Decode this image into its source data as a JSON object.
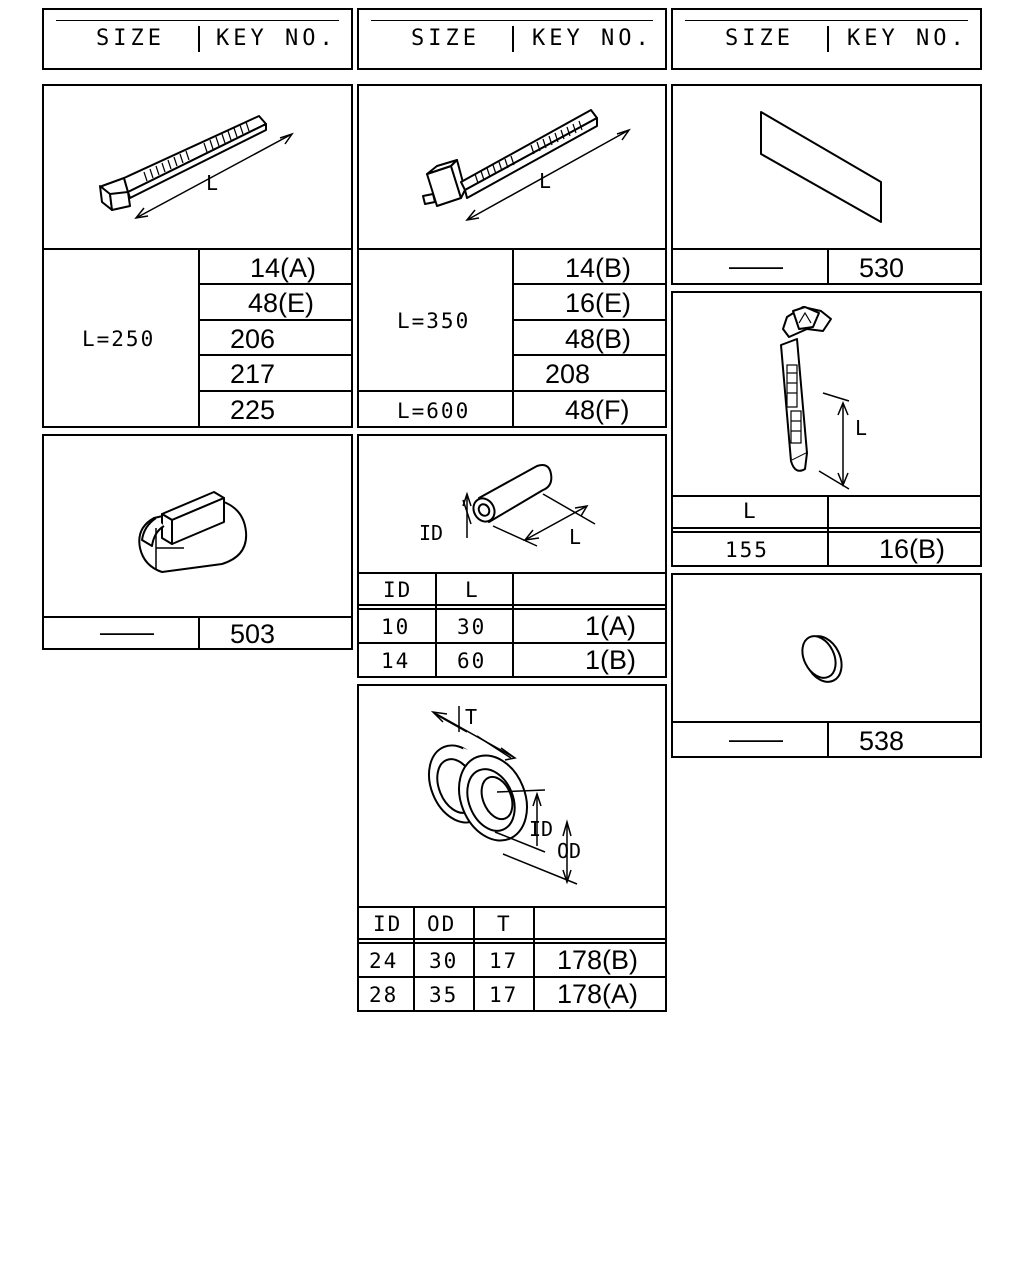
{
  "headers": [
    {
      "size": "SIZE",
      "key": "KEY NO."
    },
    {
      "size": "SIZE",
      "key": "KEY NO."
    },
    {
      "size": "SIZE",
      "key": "KEY NO."
    }
  ],
  "dash": "——",
  "tie250": {
    "dim": "L",
    "size": "L=250",
    "keys": [
      "14(A)",
      "48(E)",
      "206",
      "217",
      "225"
    ]
  },
  "tie350": {
    "dim": "L",
    "size350": "L=350",
    "keys350": [
      "14(B)",
      "16(E)",
      "48(B)",
      "208"
    ],
    "size600": "L=600",
    "key600": "48(F)"
  },
  "tape": {
    "key": "530"
  },
  "block": {
    "key": "503"
  },
  "tube": {
    "dim_id": "ID",
    "dim_l": "L",
    "cols": [
      "ID",
      "L"
    ],
    "rows": [
      [
        "10",
        "30",
        "1(A)"
      ],
      [
        "14",
        "60",
        "1(B)"
      ]
    ]
  },
  "clip": {
    "dim": "L",
    "col": "L",
    "row": [
      "155",
      "16(B)"
    ]
  },
  "cap": {
    "key": "538"
  },
  "grommet": {
    "dim_t": "T",
    "dim_id": "ID",
    "dim_od": "OD",
    "cols": [
      "ID",
      "OD",
      "T"
    ],
    "rows": [
      [
        "24",
        "30",
        "17",
        "178(B)"
      ],
      [
        "28",
        "35",
        "17",
        "178(A)"
      ]
    ]
  }
}
